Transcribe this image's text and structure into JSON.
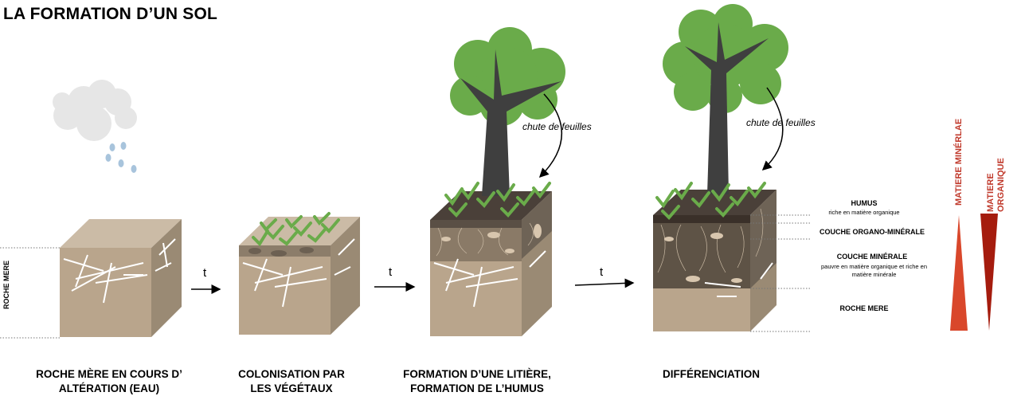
{
  "title": "LA FORMATION D’UN SOL",
  "stages": [
    {
      "caption_line1": "ROCHE MÈRE EN COURS D’",
      "caption_line2": "ALTÉRATION (EAU)"
    },
    {
      "caption_line1": "COLONISATION PAR",
      "caption_line2": "LES VÉGÉTAUX"
    },
    {
      "caption_line1": "FORMATION D’UNE LITIÈRE,",
      "caption_line2": "FORMATION DE L’HUMUS"
    },
    {
      "caption_line1": "DIFFÉRENCIATION",
      "caption_line2": ""
    }
  ],
  "time_arrow_label": "t",
  "leaf_fall_label": "chute de feuilles",
  "side_label": "ROCHE MERE",
  "horizons": {
    "humus_title": "HUMUS",
    "humus_desc": "riche en matière organique",
    "organo_title": "COUCHE ORGANO-MINÉRALE",
    "minerale_title": "COUCHE MINÉRALE",
    "minerale_desc_1": "pauvre en matière organique et riche en",
    "minerale_desc_2": "matière minérale",
    "roche_title": "ROCHE MERE"
  },
  "gradients": {
    "mineral_label": "MATIERE MINÉRLAE",
    "organic_label_1": "MATIERE",
    "organic_label_2": "ORGANIQUE"
  },
  "colors": {
    "rock_front": "#b9a58c",
    "rock_top": "#cbbba6",
    "rock_side": "#9a8a74",
    "humus": "#4a4039",
    "organo": "#6e6356",
    "grass": "#6aab4a",
    "tree_foliage": "#6aab4a",
    "trunk": "#3f3f3f",
    "mineral_red": "#d9472b",
    "organic_red": "#a51c0e"
  }
}
